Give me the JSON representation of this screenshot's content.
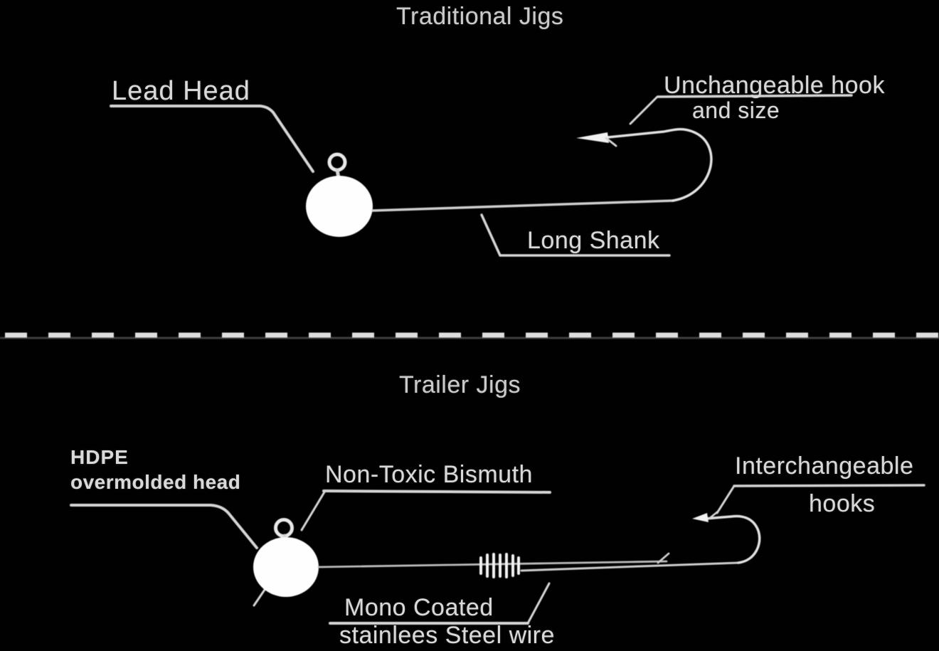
{
  "canvas": {
    "background_color": "#010101",
    "ink_color": "#d9d9d9",
    "head_fill_color": "#ffffff"
  },
  "traditional": {
    "title": "Traditional Jigs",
    "lead_head_label": "Lead Head",
    "hook_label_line1": "Unchangeable hook",
    "hook_label_line2": "and size",
    "shank_label": "Long Shank"
  },
  "trailer": {
    "title": "Trailer Jigs",
    "head_label_line1": "HDPE",
    "head_label_line2": "overmolded head",
    "material_label": "Non-Toxic Bismuth",
    "hook_label_line1": "Interchangeable",
    "hook_label_line2": "hooks",
    "wire_label_line1": "Mono Coated",
    "wire_label_line2": "stainlees Steel wire"
  }
}
